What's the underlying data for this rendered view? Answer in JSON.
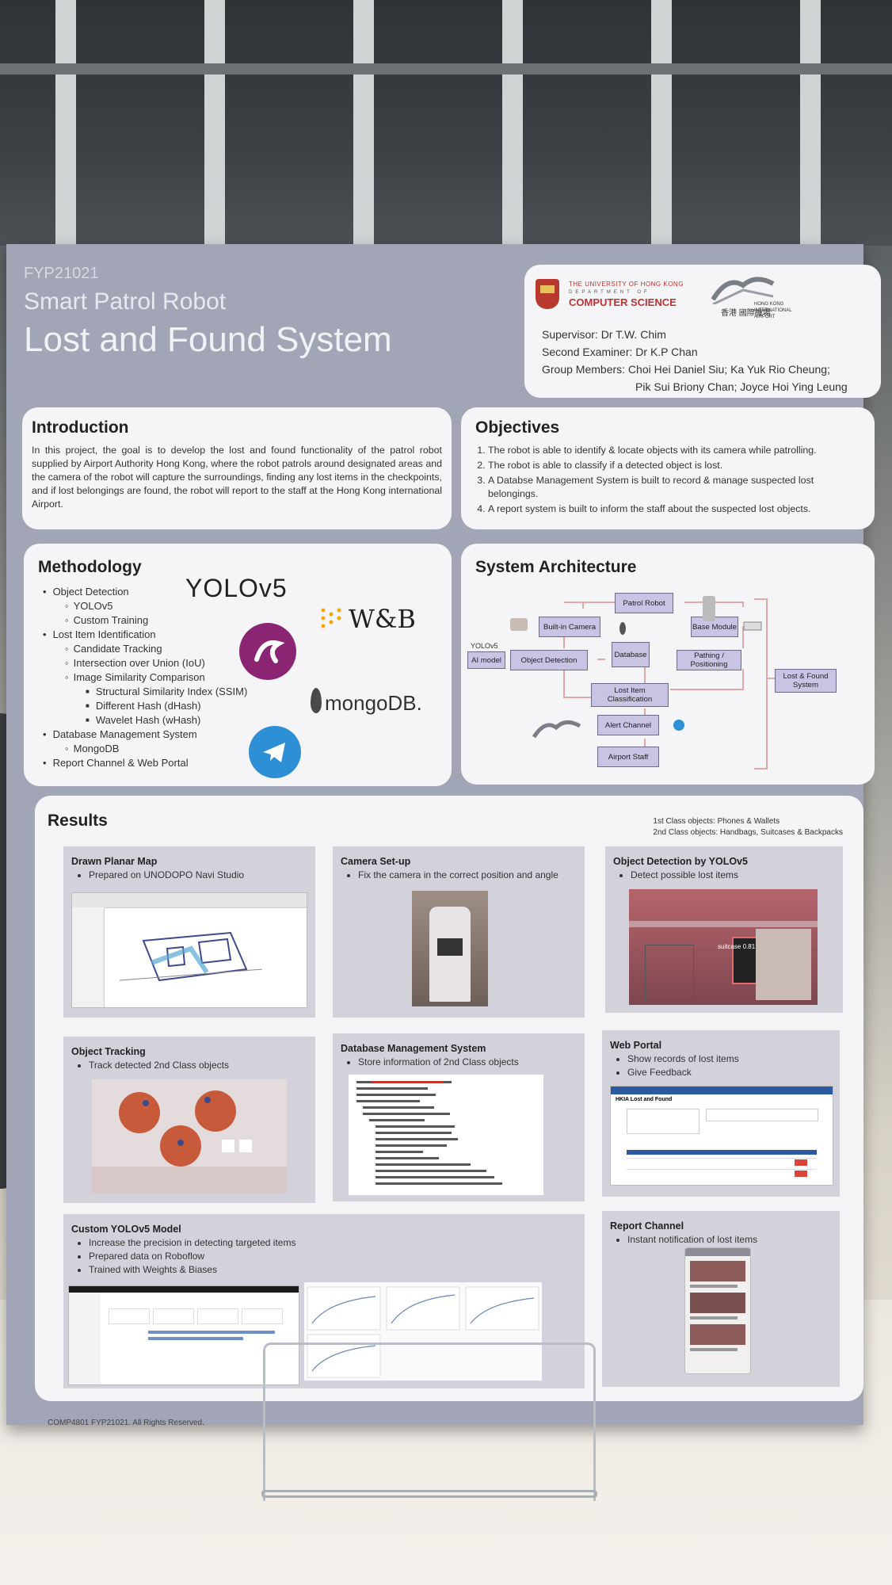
{
  "header": {
    "code": "FYP21021",
    "title_line1": "Smart Patrol Robot",
    "title_line2": "Lost and Found System"
  },
  "info": {
    "hku_name": "THE UNIVERSITY OF HONG KONG",
    "hku_dept": "DEPARTMENT OF",
    "hku_cs": "COMPUTER SCIENCE",
    "hkia_cn": "香港 國際機場",
    "hkia_en": "HONG KONG INTERNATIONAL AIRPORT",
    "supervisor": "Supervisor: Dr T.W. Chim",
    "second_examiner": "Second Examiner: Dr K.P Chan",
    "members_line1": "Group Members: Choi Hei Daniel Siu; Ka Yuk Rio Cheung;",
    "members_line2": "Pik Sui Briony Chan;  Joyce Hoi Ying Leung"
  },
  "introduction": {
    "heading": "Introduction",
    "text": "In this project, the goal is to develop the lost and found functionality of the patrol robot supplied by Airport Authority Hong Kong, where the robot patrols around designated areas and the camera of the robot will capture the surroundings, finding any lost items in the checkpoints, and if lost belongings are found, the robot will report to the staff at the Hong Kong international Airport."
  },
  "objectives": {
    "heading": "Objectives",
    "items": [
      "The robot is able to identify & locate objects with its camera while patrolling.",
      "The robot is able to classify if a detected object is lost.",
      "A Databse Management System is built to record & manage suspected lost belongings.",
      "A report system is built to inform the staff about the suspected lost objects."
    ]
  },
  "methodology": {
    "heading": "Methodology",
    "items": [
      {
        "level": 1,
        "text": "Object Detection"
      },
      {
        "level": 2,
        "text": "YOLOv5"
      },
      {
        "level": 2,
        "text": "Custom Training"
      },
      {
        "level": 1,
        "text": "Lost Item Identification"
      },
      {
        "level": 2,
        "text": "Candidate Tracking"
      },
      {
        "level": 2,
        "text": "Intersection over Union (IoU)"
      },
      {
        "level": 2,
        "text": "Image Similarity Comparison"
      },
      {
        "level": 3,
        "text": "Structural Similarity Index (SSIM)"
      },
      {
        "level": 3,
        "text": "Different Hash (dHash)"
      },
      {
        "level": 3,
        "text": "Wavelet Hash (wHash)"
      },
      {
        "level": 1,
        "text": "Database Management System"
      },
      {
        "level": 2,
        "text": "MongoDB"
      },
      {
        "level": 1,
        "text": "Report Channel & Web Portal"
      }
    ],
    "logos": {
      "yolo": "YOLOv5",
      "wandb": "W&B",
      "mongo": "mongoDB."
    }
  },
  "architecture": {
    "heading": "System Architecture",
    "boxes": {
      "patrol_robot": "Patrol Robot",
      "builtin_camera": "Built-in Camera",
      "base_module": "Base Module",
      "ai_model": "AI model",
      "ai_model_tag": "YOLOv5",
      "object_detection": "Object Detection",
      "database": "Database",
      "pathing": "Pathing / Positioning",
      "lost_item": "Lost Item Classification",
      "alert_channel": "Alert Channel",
      "airport_staff": "Airport Staff",
      "lost_found": "Lost & Found System"
    }
  },
  "results": {
    "heading": "Results",
    "class_note_1": "1st Class objects: Phones & Wallets",
    "class_note_2": "2nd Class objects: Handbags, Suitcases & Backpacks",
    "panels": {
      "planar": {
        "title": "Drawn Planar Map",
        "bullets": [
          "Prepared on UNODOPO Navi Studio"
        ]
      },
      "camera": {
        "title": "Camera Set-up",
        "bullets": [
          "Fix the camera in the correct position and angle"
        ]
      },
      "detection": {
        "title": "Object Detection by YOLOv5",
        "bullets": [
          "Detect possible lost items"
        ],
        "label": "suitcase 0.81"
      },
      "tracking": {
        "title": "Object Tracking",
        "bullets": [
          "Track detected 2nd Class objects"
        ]
      },
      "database": {
        "title": "Database Management System",
        "bullets": [
          "Store information of 2nd Class objects"
        ]
      },
      "portal": {
        "title": "Web Portal",
        "bullets": [
          "Show records of lost items",
          "Give Feedback"
        ],
        "app_title": "HKIA Lost and Found"
      },
      "custom": {
        "title": "Custom YOLOv5 Model",
        "bullets": [
          "Increase the precision in detecting targeted items",
          "Prepared data on Roboflow",
          "Trained with Weights & Biases"
        ]
      },
      "report": {
        "title": "Report Channel",
        "bullets": [
          "Instant notification of lost items"
        ]
      }
    }
  },
  "footer": "COMP4801 FYP21021. All Rights Reserved."
}
